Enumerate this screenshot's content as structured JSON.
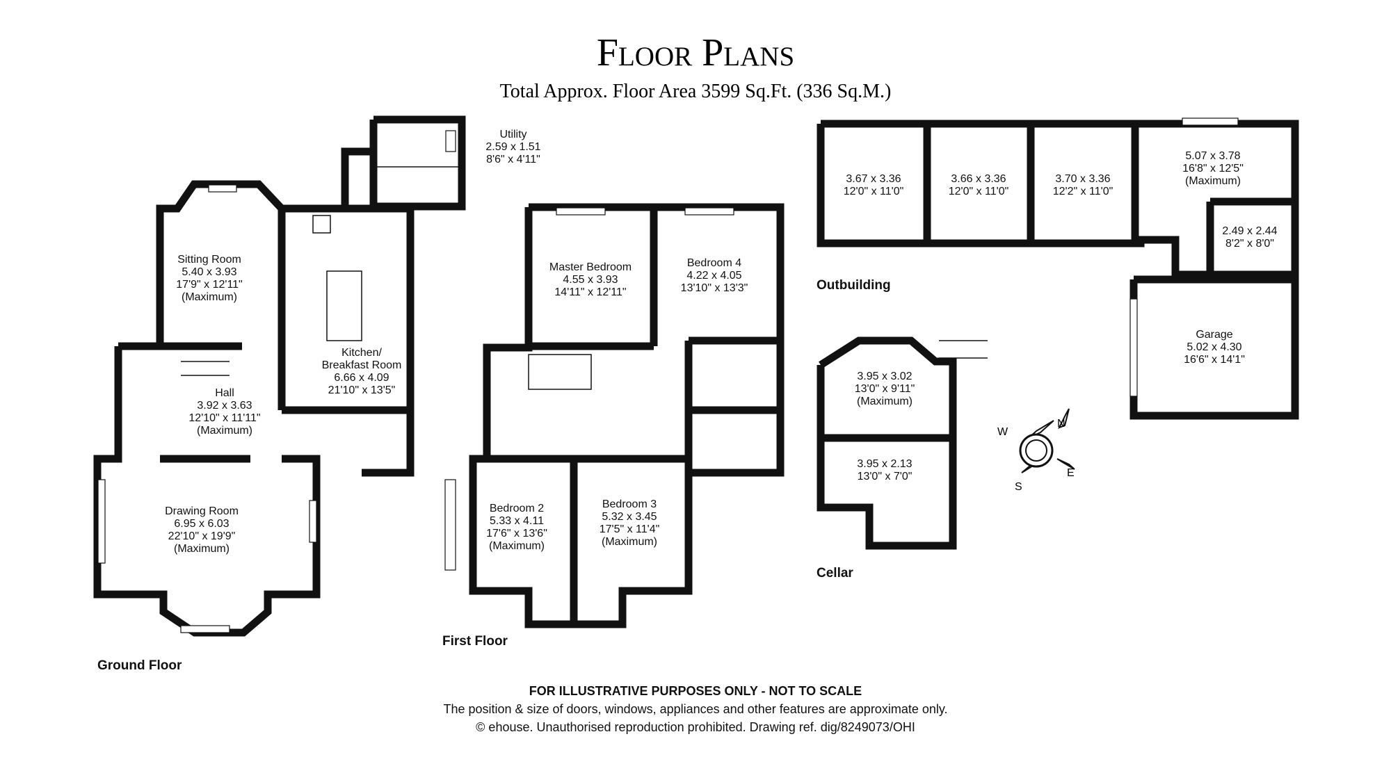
{
  "header": {
    "title": "Floor Plans",
    "subtitle": "Total Approx. Floor Area 3599 Sq.Ft. (336 Sq.M.)"
  },
  "floors": {
    "ground": "Ground Floor",
    "first": "First Floor",
    "outbuilding": "Outbuilding",
    "cellar": "Cellar"
  },
  "rooms": {
    "utility": [
      "Utility",
      "2.59 x 1.51",
      "8'6\" x 4'11\""
    ],
    "sitting": [
      "Sitting Room",
      "5.40 x 3.93",
      "17'9\" x 12'11\"",
      "(Maximum)"
    ],
    "kitchen": [
      "Kitchen/",
      "Breakfast Room",
      "6.66 x 4.09",
      "21'10\" x 13'5\""
    ],
    "hall": [
      "Hall",
      "3.92 x 3.63",
      "12'10\" x 11'11\"",
      "(Maximum)"
    ],
    "drawing": [
      "Drawing Room",
      "6.95 x 6.03",
      "22'10\" x 19'9\"",
      "(Maximum)"
    ],
    "master": [
      "Master Bedroom",
      "4.55 x 3.93",
      "14'11\" x 12'11\""
    ],
    "bed4": [
      "Bedroom 4",
      "4.22 x 4.05",
      "13'10\" x 13'3\""
    ],
    "bed2": [
      "Bedroom 2",
      "5.33 x 4.11",
      "17'6\" x 13'6\"",
      "(Maximum)"
    ],
    "bed3": [
      "Bedroom 3",
      "5.32 x 3.45",
      "17'5\" x 11'4\"",
      "(Maximum)"
    ],
    "out1": [
      "3.67 x 3.36",
      "12'0\" x 11'0\""
    ],
    "out2": [
      "3.66 x 3.36",
      "12'0\" x 11'0\""
    ],
    "out3": [
      "3.70 x 3.36",
      "12'2\" x 11'0\""
    ],
    "out4": [
      "5.07 x 3.78",
      "16'8\" x 12'5\"",
      "(Maximum)"
    ],
    "out5": [
      "2.49 x 2.44",
      "8'2\" x 8'0\""
    ],
    "garage": [
      "Garage",
      "5.02 x 4.30",
      "16'6\" x 14'1\""
    ],
    "cellar1": [
      "3.95 x 3.02",
      "13'0\" x 9'11\"",
      "(Maximum)"
    ],
    "cellar2": [
      "3.95 x 2.13",
      "13'0\" x 7'0\""
    ]
  },
  "compass": {
    "n": "N",
    "e": "E",
    "s": "S",
    "w": "W"
  },
  "footer": {
    "line1": "FOR ILLUSTRATIVE PURPOSES ONLY - NOT TO SCALE",
    "line2": "The position & size of doors, windows, appliances and other features are approximate only.",
    "line3": "© ehouse. Unauthorised reproduction prohibited. Drawing ref. dig/8249073/OHI"
  }
}
